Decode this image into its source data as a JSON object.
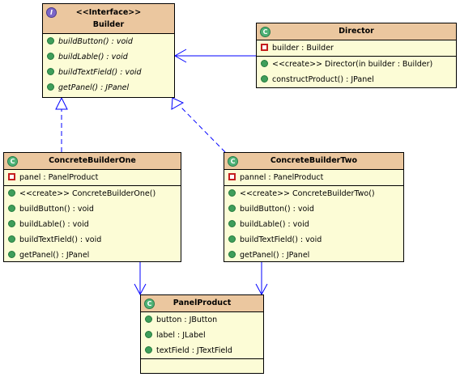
{
  "colors": {
    "header": "#ebc79f",
    "body": "#fcfcd6",
    "connector": "#0000ff"
  },
  "classes": {
    "builder": {
      "stereotype": "<<Interface>>",
      "name": "Builder",
      "icon": "interface-icon",
      "icon_glyph": "I",
      "operations": [
        "buildButton() : void",
        "buildLable() : void",
        "buildTextField() : void",
        "getPanel() : JPanel"
      ]
    },
    "director": {
      "name": "Director",
      "icon": "class-icon",
      "icon_glyph": "C",
      "attributes": [
        "builder : Builder"
      ],
      "operations": [
        "<<create>> Director(in builder : Builder)",
        "constructProduct() : JPanel"
      ]
    },
    "concrete_builder_one": {
      "name": "ConcreteBuilderOne",
      "icon": "class-icon",
      "icon_glyph": "C",
      "attributes": [
        "panel : PanelProduct"
      ],
      "operations": [
        "<<create>> ConcreteBuilderOne()",
        "buildButton() : void",
        "buildLable() : void",
        "buildTextField() : void",
        "getPanel() : JPanel"
      ]
    },
    "concrete_builder_two": {
      "name": "ConcreteBuilderTwo",
      "icon": "class-icon",
      "icon_glyph": "C",
      "attributes": [
        "pannel : PanelProduct"
      ],
      "operations": [
        "<<create>> ConcreteBuilderTwo()",
        "buildButton() : void",
        "buildLable() : void",
        "buildTextField() : void",
        "getPanel() : JPanel"
      ]
    },
    "panel_product": {
      "name": "PanelProduct",
      "icon": "class-icon",
      "icon_glyph": "C",
      "attributes": [
        "button : JButton",
        "label : JLabel",
        "textField : JTextField"
      ],
      "operations": []
    }
  }
}
